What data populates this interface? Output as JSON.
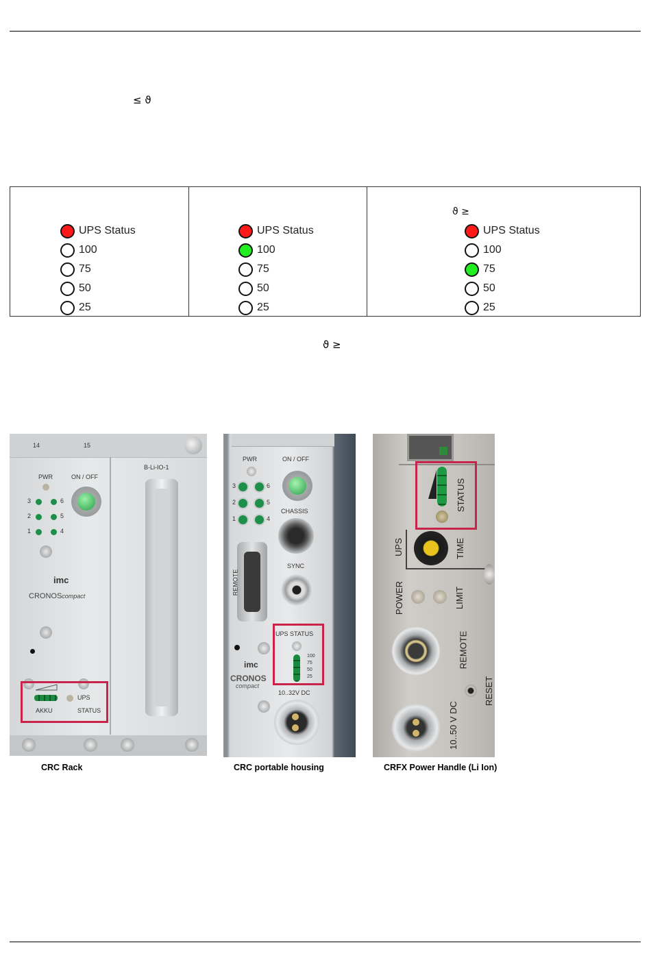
{
  "symbols": {
    "top": "≤ ϑ",
    "col3_note": "ϑ ≥",
    "below_table": "ϑ ≥"
  },
  "columns": [
    {
      "leds": [
        {
          "label": "UPS Status",
          "color": "red"
        },
        {
          "label": "100",
          "color": "off"
        },
        {
          "label": "75",
          "color": "off"
        },
        {
          "label": "50",
          "color": "off"
        },
        {
          "label": "25",
          "color": "off"
        }
      ]
    },
    {
      "leds": [
        {
          "label": "UPS Status",
          "color": "red"
        },
        {
          "label": "100",
          "color": "green"
        },
        {
          "label": "75",
          "color": "off"
        },
        {
          "label": "50",
          "color": "off"
        },
        {
          "label": "25",
          "color": "off"
        }
      ]
    },
    {
      "leds": [
        {
          "label": "UPS Status",
          "color": "red"
        },
        {
          "label": "100",
          "color": "off"
        },
        {
          "label": "75",
          "color": "green"
        },
        {
          "label": "50",
          "color": "off"
        },
        {
          "label": "25",
          "color": "off"
        }
      ]
    }
  ],
  "colors": {
    "red": "#ff1a1a",
    "green": "#22ee22",
    "highlight": "#c8234a"
  },
  "photo_rack": {
    "slot_14": "14",
    "slot_15": "15",
    "module": "B-Li-IO-1",
    "pwr": "PWR",
    "on_off": "ON / OFF",
    "led_nums": [
      "3",
      "6",
      "2",
      "5",
      "1",
      "4"
    ],
    "logo": "imc",
    "brand": "CRONOS",
    "brand_suffix": "compact",
    "akku": "AKKU",
    "ups": "UPS",
    "status": "STATUS"
  },
  "photo_portable": {
    "pwr": "PWR",
    "on_off": "ON / OFF",
    "chassis": "CHASSIS",
    "remote": "REMOTE",
    "sync": "SYNC",
    "ups_status": "UPS STATUS",
    "levels": [
      "100",
      "75",
      "50",
      "25"
    ],
    "logo": "imc",
    "brand": "CRONOS",
    "brand_suffix": "compact",
    "dc": "10..32V DC",
    "led_nums": [
      "3",
      "6",
      "2",
      "5",
      "1",
      "4"
    ]
  },
  "photo_handle": {
    "status": "STATUS",
    "ups": "UPS",
    "time": "TIME",
    "power": "POWER",
    "limit": "LIMIT",
    "remote": "REMOTE",
    "reset": "RESET",
    "dc": "10..50 V DC"
  },
  "captions": [
    "CRC Rack",
    "CRC portable housing",
    "CRFX Power Handle (Li Ion)"
  ]
}
